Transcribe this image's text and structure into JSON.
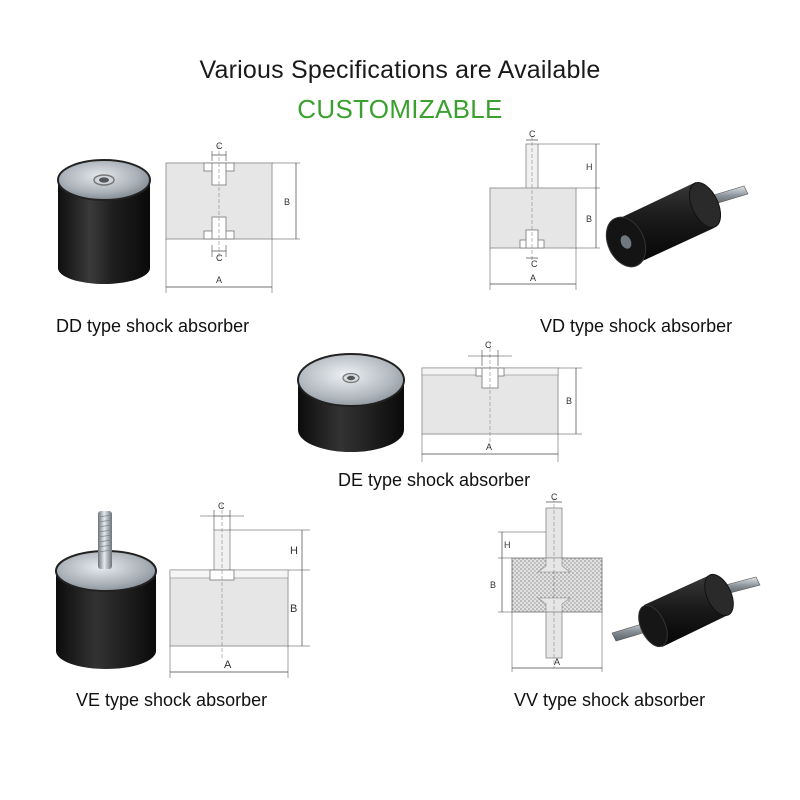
{
  "header": {
    "title": "Various Specifications are Available",
    "subtitle": "CUSTOMIZABLE"
  },
  "colors": {
    "accent": "#3aa12e",
    "rubber": "#1c1c1c",
    "metal": "#b8bec4",
    "drawing_fill": "#e6e6e6"
  },
  "products": [
    {
      "label": "DD type shock absorber",
      "dims": [
        "C",
        "B",
        "C",
        "A"
      ]
    },
    {
      "label": "VD type shock absorber",
      "dims": [
        "C",
        "H",
        "B",
        "C",
        "A"
      ]
    },
    {
      "label": "DE type shock absorber",
      "dims": [
        "C",
        "B",
        "A"
      ]
    },
    {
      "label": "VE type shock absorber",
      "dims": [
        "C",
        "H",
        "B",
        "A"
      ]
    },
    {
      "label": "VV type shock absorber",
      "dims": [
        "C",
        "H",
        "B",
        "A"
      ]
    }
  ]
}
